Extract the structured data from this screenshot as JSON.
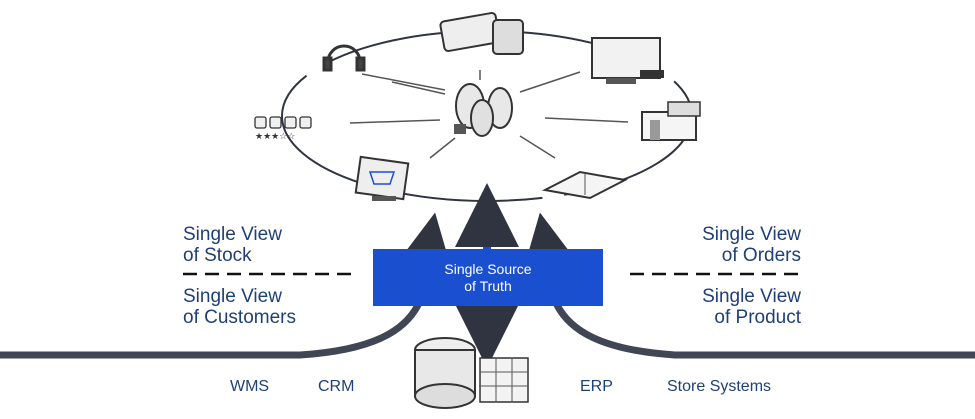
{
  "labels": {
    "stock": [
      "Single View",
      "of Stock"
    ],
    "customers": [
      "Single View",
      "of Customers"
    ],
    "orders": [
      "Single View",
      "of Orders"
    ],
    "product": [
      "Single View",
      "of Product"
    ]
  },
  "center_box": [
    "Single Source",
    "of Truth"
  ],
  "systems": [
    "WMS",
    "CRM",
    "ERP",
    "Store Systems"
  ],
  "icons": [
    "headset-icon",
    "tablet-icon",
    "tv-icon",
    "store-icon",
    "book-icon",
    "computer-cart-icon",
    "social-icon",
    "people-icon",
    "database-icon"
  ],
  "colors": {
    "arrow": "#2f3440",
    "box": "#1a4fd0",
    "text": "#1f3f78",
    "base": "#404653"
  }
}
